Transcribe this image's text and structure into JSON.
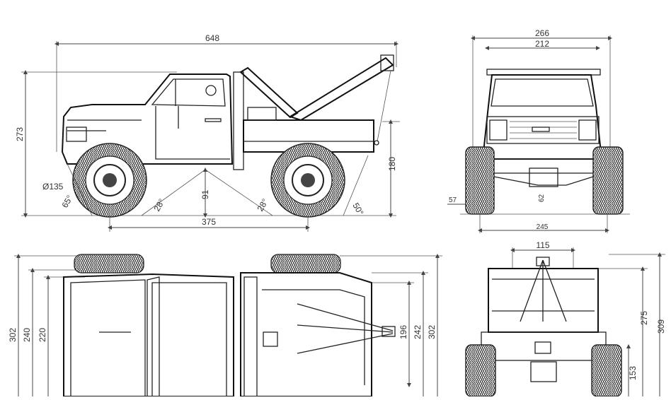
{
  "side_view": {
    "overall_length": "648",
    "height": "273",
    "wheelbase": "375",
    "tire_diameter": "Ø135",
    "approach_angle": "65°",
    "breakover_front": "28°",
    "ground_clearance": "91",
    "breakover_rear": "28°",
    "departure_angle": "50°",
    "boom_height": "180"
  },
  "front_view": {
    "overall_width": "266",
    "body_width": "212",
    "axle_clearance": "57",
    "diff_clearance": "62",
    "track_width": "245"
  },
  "top_view": {
    "overall_width": "302",
    "width_outer": "240",
    "width_inner": "220",
    "bed_width": "242",
    "bed_inner": "196",
    "bed_overall": "302"
  },
  "rear_view": {
    "boom_width": "115",
    "height_frame": "275",
    "height_overall": "309",
    "hitch_height": "153"
  }
}
